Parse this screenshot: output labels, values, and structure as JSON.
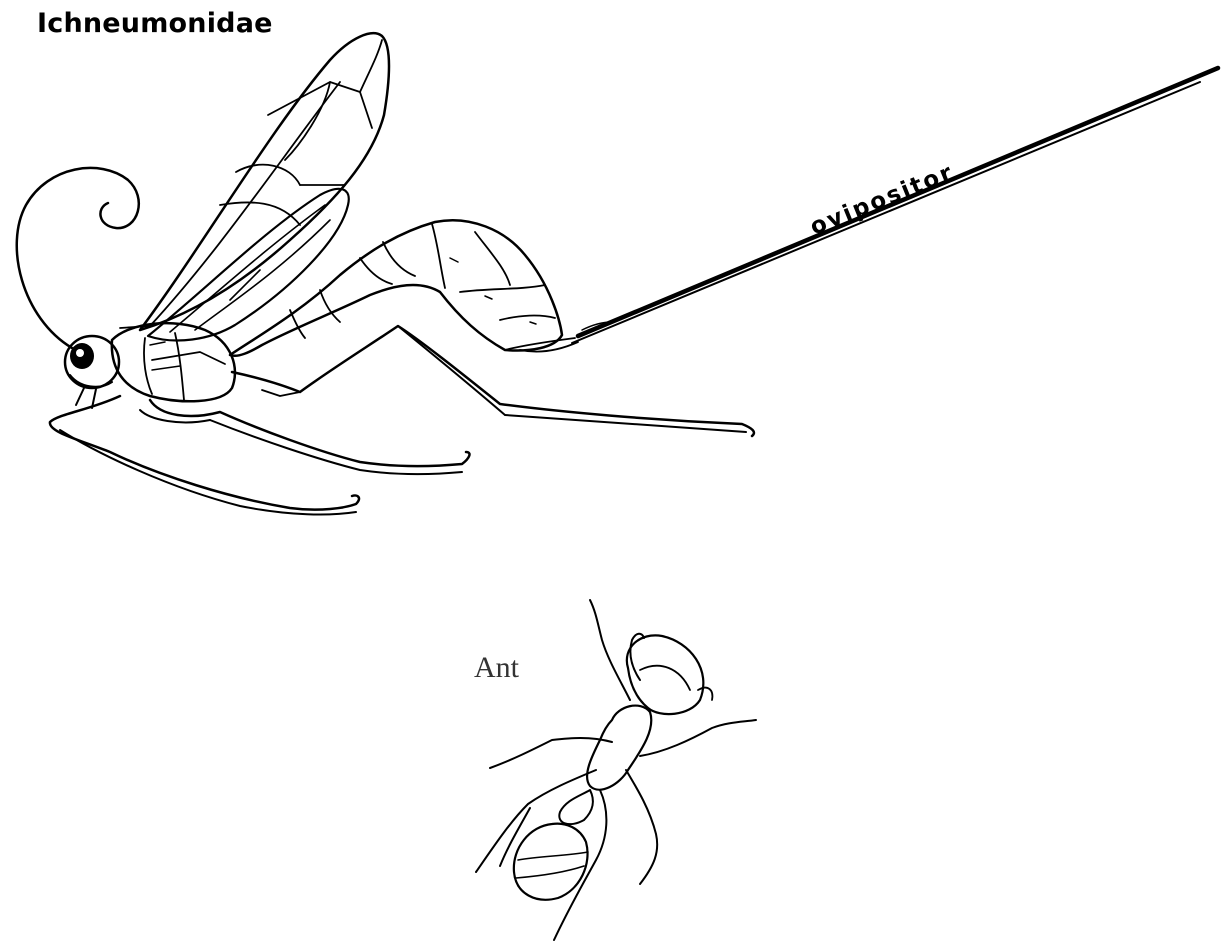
{
  "figure": {
    "title": "Ichneumonidae",
    "wasp": {
      "ovipositor_label": "ovipositor"
    },
    "ant": {
      "label": "Ant"
    }
  },
  "colors": {
    "background": "#ffffff",
    "ink": "#000000",
    "ant_label": "#333333"
  }
}
